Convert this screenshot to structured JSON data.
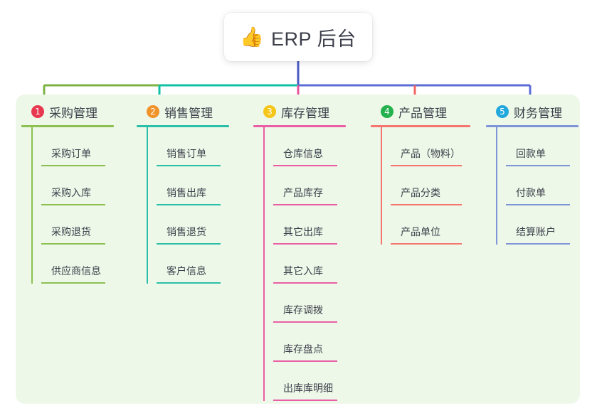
{
  "canvas": {
    "background": "#ffffff",
    "panel_color": "#eef8e9"
  },
  "root": {
    "emoji": "👍",
    "emoji_name": "thumbs-up-icon",
    "title": "ERP 后台",
    "text_color": "#3c3f4a",
    "box_color": "#ffffff"
  },
  "connectors": {
    "trunk_color": "#4a5bc4",
    "bar_segments": [
      {
        "name": "green-segment",
        "color": "#7cb342"
      },
      {
        "name": "teal-segment",
        "color": "#12c0a5"
      },
      {
        "name": "blue-segment",
        "color": "#5b6cd4"
      }
    ],
    "drops": [
      {
        "name": "drop-purchase",
        "color": "#7cb342"
      },
      {
        "name": "drop-sales",
        "color": "#12c0a5"
      },
      {
        "name": "drop-inventory",
        "color": "#e8539a"
      },
      {
        "name": "drop-product",
        "color": "#f3645f"
      },
      {
        "name": "drop-finance",
        "color": "#5b6cd4"
      }
    ]
  },
  "columns": [
    {
      "index": "1",
      "badge_number": "1",
      "badge_color": "#e8384f",
      "line_color": "#8cc152",
      "title": "采购管理",
      "children": [
        {
          "label": "采购订单"
        },
        {
          "label": "采购入库"
        },
        {
          "label": "采购退货"
        },
        {
          "label": "供应商信息"
        }
      ]
    },
    {
      "index": "2",
      "badge_number": "2",
      "badge_color": "#f0932b",
      "line_color": "#2bbfa8",
      "title": "销售管理",
      "children": [
        {
          "label": "销售订单"
        },
        {
          "label": "销售出库"
        },
        {
          "label": "销售退货"
        },
        {
          "label": "客户信息"
        }
      ]
    },
    {
      "index": "3",
      "badge_number": "3",
      "badge_color": "#f5c518",
      "line_color": "#ea5fa3",
      "title": "库存管理",
      "children": [
        {
          "label": "仓库信息"
        },
        {
          "label": "产品库存"
        },
        {
          "label": "其它出库"
        },
        {
          "label": "其它入库"
        },
        {
          "label": "库存调拨"
        },
        {
          "label": "库存盘点"
        },
        {
          "label": "出库库明细"
        }
      ]
    },
    {
      "index": "4",
      "badge_number": "4",
      "badge_color": "#22b14c",
      "line_color": "#f4766e",
      "title": "产品管理",
      "children": [
        {
          "label": "产品（物料）"
        },
        {
          "label": "产品分类"
        },
        {
          "label": "产品单位"
        }
      ]
    },
    {
      "index": "5",
      "badge_number": "5",
      "badge_color": "#22a8dd",
      "line_color": "#7e96d8",
      "title": "财务管理",
      "children": [
        {
          "label": "回款单"
        },
        {
          "label": "付款单"
        },
        {
          "label": "结算账户"
        }
      ]
    }
  ]
}
